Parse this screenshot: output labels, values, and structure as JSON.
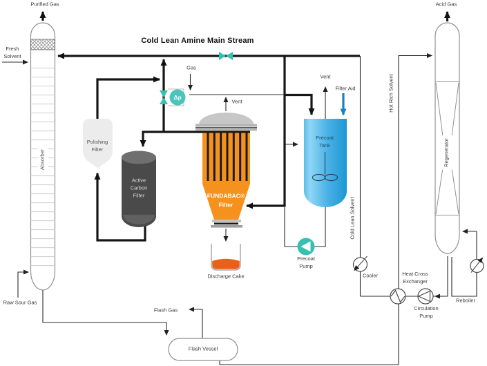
{
  "labels": {
    "title": "Cold Lean Amine Main Stream",
    "purified_gas": "Purified Gas",
    "fresh_solvent": "Fresh\nSolvent",
    "raw_sour_gas": "Raw Sour Gas",
    "absorber": "Absorber",
    "gas": "Gas",
    "vent_filter": "Vent",
    "vent_tank": "Vent",
    "filter_aid": "Filter Aid",
    "polishing_filter": "Polishing\nFilter",
    "active_carbon_filter": "Active\nCarbon\nFilter",
    "fundabac_filter": "FUNDABAC®\nFilter",
    "dp": "Δp",
    "precoat_tank": "Precoat\nTank",
    "precoat_pump": "Precoat\nPump",
    "discharge_cake": "Discharge Cake",
    "cold_lean_solvent": "Cold Lean Solvent",
    "hot_rich_solvent": "Hot Rich Solvent",
    "flash_gas": "Flash Gas",
    "flash_vessel": "Flash Vessel",
    "cooler": "Cooler",
    "heat_cross_exchanger": "Heat Cross\nExchanger",
    "circulation_pump": "Circulation\nPump",
    "reboiler": "Reboiler",
    "acid_gas": "Acid Gas",
    "regenerator": "Regenerator"
  },
  "colors": {
    "accent_teal": "#35C0B2",
    "fundabac_orange": "#F5921E",
    "cake_orange": "#E8611A",
    "filter_aid_blue": "#1F7EC2",
    "tank_blue_light": "#8FD6F5",
    "tank_blue_dark": "#1E97D3",
    "carbon_gray": "#4A4A4A",
    "polishing_gray": "#EDEDED"
  }
}
